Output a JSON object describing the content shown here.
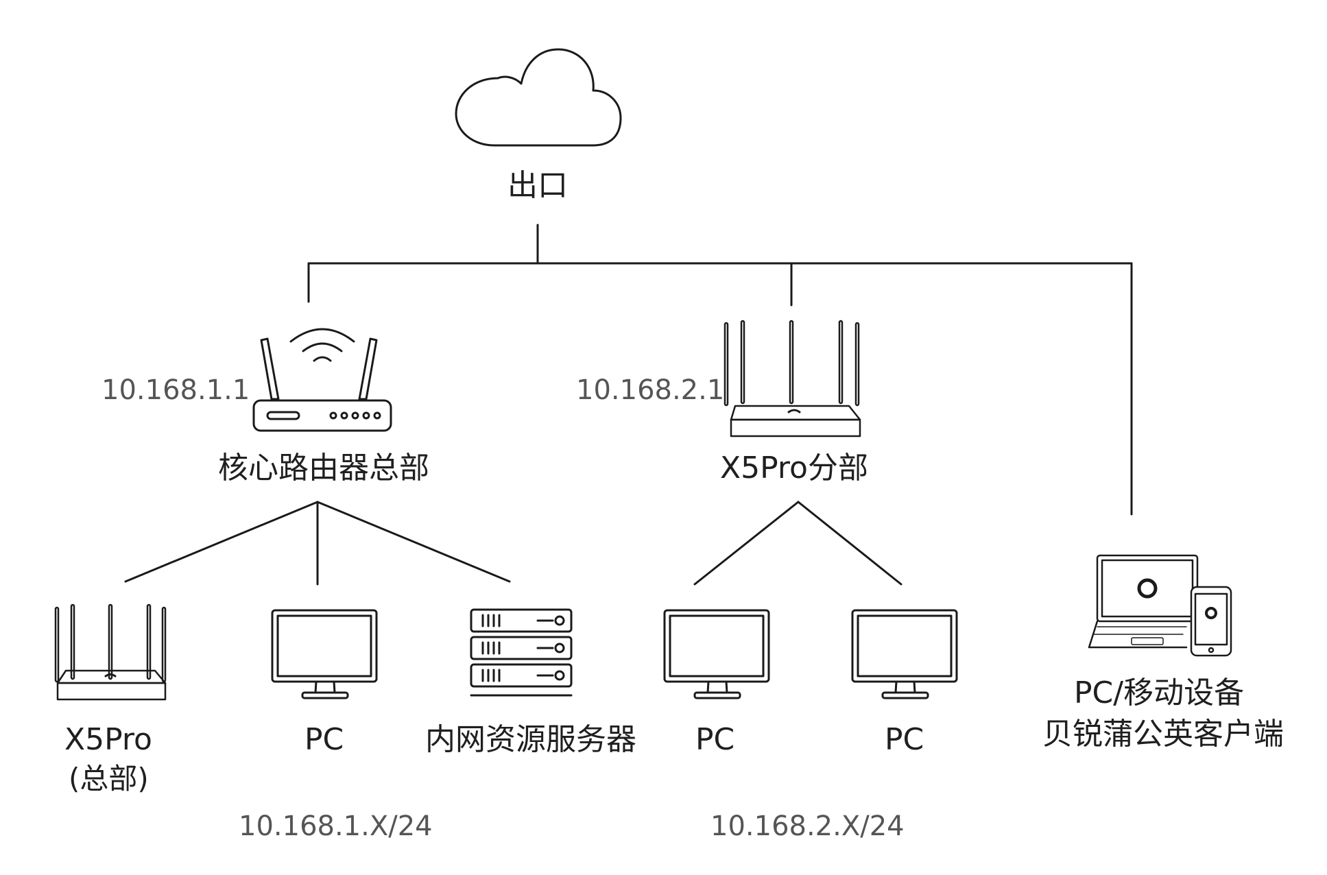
{
  "cloud": {
    "label": "出口"
  },
  "core_router": {
    "ip": "10.168.1.1",
    "label": "核心路由器总部"
  },
  "branch_router": {
    "ip": "10.168.2.1",
    "label": "X5Pro分部"
  },
  "hq_devices": [
    {
      "label_line1": "X5Pro",
      "label_line2": "(总部)"
    },
    {
      "label": "PC"
    },
    {
      "label": "内网资源服务器"
    }
  ],
  "branch_devices": [
    {
      "label": "PC"
    },
    {
      "label": "PC"
    }
  ],
  "remote_client": {
    "label_line1": "PC/移动设备",
    "label_line2": "贝锐蒲公英客户端"
  },
  "subnets": {
    "hq": "10.168.1.X/24",
    "branch": "10.168.2.X/24"
  },
  "colors": {
    "line": "#1a1a1a",
    "ip_text": "#555555",
    "label_text": "#1f1f1f"
  }
}
